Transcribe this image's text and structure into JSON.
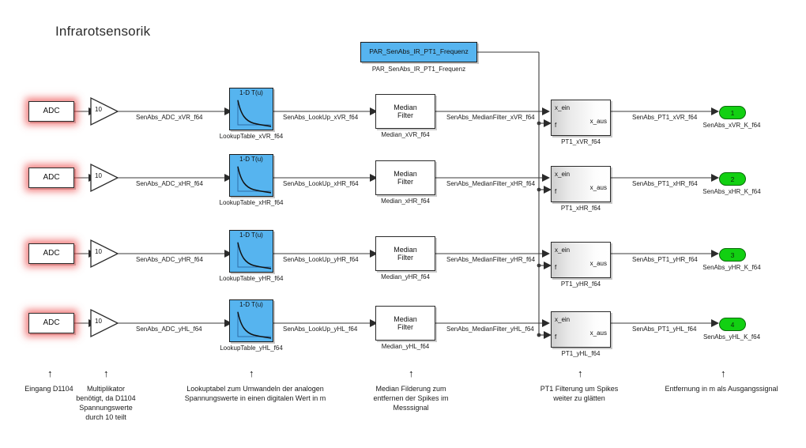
{
  "diagram": {
    "title": "Infrarotsensorik",
    "accent_block_color": "#56b4ef",
    "outport_color": "#12d012",
    "source_glow_color": "#ed4848"
  },
  "parameter_block": {
    "label": "PAR_SenAbs_IR_PT1_Frequenz",
    "caption": "PAR_SenAbs_IR_PT1_Frequenz"
  },
  "block_text": {
    "adc": "ADC",
    "gain_value": "10",
    "lookup_title": "1-D T(u)",
    "median_line1": "Median",
    "median_line2": "Filter",
    "pt1_in1": "x_ein",
    "pt1_in2": "f",
    "pt1_out": "x_aus"
  },
  "channels": [
    {
      "id": "xVR",
      "source_label": "ADC",
      "gain_value": "10",
      "sig_adc": "SenAbs_ADC_xVR_f64",
      "lookup_caption": "LookupTable_xVR_f64",
      "sig_lookup": "SenAbs_LookUp_xVR_f64",
      "median_caption": "Median_xVR_f64",
      "sig_median": "SenAbs_MedianFilter_xVR_f64",
      "pt1_caption": "PT1_xVR_f64",
      "sig_pt1": "SenAbs_PT1_xVR_f64",
      "port_number": "1",
      "port_caption": "SenAbs_xVR_K_f64"
    },
    {
      "id": "xHR",
      "source_label": "ADC",
      "gain_value": "10",
      "sig_adc": "SenAbs_ADC_xHR_f64",
      "lookup_caption": "LookupTable_xHR_f64",
      "sig_lookup": "SenAbs_LookUp_xHR_f64",
      "median_caption": "Median_xHR_f64",
      "sig_median": "SenAbs_MedianFilter_xHR_f64",
      "pt1_caption": "PT1_xHR_f64",
      "sig_pt1": "SenAbs_PT1_xHR_f64",
      "port_number": "2",
      "port_caption": "SenAbs_xHR_K_f64"
    },
    {
      "id": "yHR",
      "source_label": "ADC",
      "gain_value": "10",
      "sig_adc": "SenAbs_ADC_yHR_f64",
      "lookup_caption": "LookupTable_yHR_f64",
      "sig_lookup": "SenAbs_LookUp_yHR_f64",
      "median_caption": "Median_yHR_f64",
      "sig_median": "SenAbs_MedianFilter_yHR_f64",
      "pt1_caption": "PT1_yHR_f64",
      "sig_pt1": "SenAbs_PT1_yHR_f64",
      "port_number": "3",
      "port_caption": "SenAbs_yHR_K_f64"
    },
    {
      "id": "yHL",
      "source_label": "ADC",
      "gain_value": "10",
      "sig_adc": "SenAbs_ADC_yHL_f64",
      "lookup_caption": "LookupTable_yHL_f64",
      "sig_lookup": "SenAbs_LookUp_yHL_f64",
      "median_caption": "Median_yHL_f64",
      "sig_median": "SenAbs_MedianFilter_yHL_f64",
      "pt1_caption": "PT1_yHL_f64",
      "sig_pt1": "SenAbs_PT1_yHL_f64",
      "port_number": "4",
      "port_caption": "SenAbs_yHL_K_f64"
    }
  ],
  "annotations": [
    {
      "text": "Eingang D1104",
      "arrow": "↑"
    },
    {
      "text": "Multiplikator\nbenötigt, da D1104\nSpannungswerte\ndurch 10 teilt",
      "arrow": "↑"
    },
    {
      "text": "Lookuptabel zum Umwandeln der analogen\nSpannungswerte in einen digitalen Wert in m",
      "arrow": "↑"
    },
    {
      "text": "Median Filderung zum\nentfernen der Spikes im\nMesssignal",
      "arrow": "↑"
    },
    {
      "text": "PT1 Filterung um Spikes\nweiter zu glätten",
      "arrow": "↑"
    },
    {
      "text": "Entfernung in m als Ausgangssignal",
      "arrow": "↑"
    }
  ]
}
